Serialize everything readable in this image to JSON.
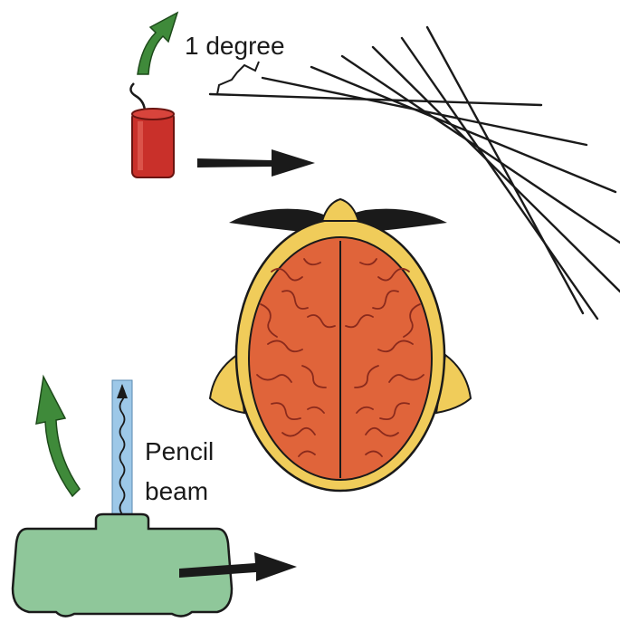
{
  "labels": {
    "angle": "1 degree",
    "beam_line1": "Pencil",
    "beam_line2": "beam"
  },
  "colors": {
    "background": "#ffffff",
    "ink": "#1a1a1a",
    "arrow_green": "#3f8a3a",
    "detector_red": "#c9302a",
    "skull": "#f0cc5a",
    "brain": "#e0643a",
    "sulci": "#8a2a1c",
    "beam_blue": "#9dc8e8",
    "tube_housing": "#8fc79a"
  },
  "icons": {
    "detector": "red-cylinder-detector",
    "source": "x-ray-tube-housing",
    "rotation": "curved-green-arrow",
    "translation": "black-straight-arrow"
  }
}
